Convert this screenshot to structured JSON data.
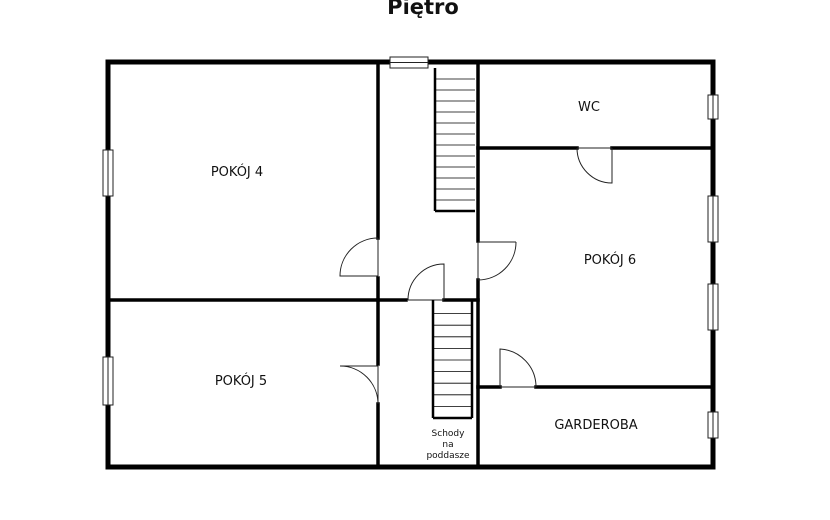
{
  "title": "Piętro",
  "rooms": {
    "pokoj4": "POKÓJ 4",
    "pokoj5": "POKÓJ 5",
    "pokoj6": "POKÓJ 6",
    "wc": "WC",
    "garderoba": "GARDEROBA"
  },
  "stairs_label": [
    "Schody",
    "na",
    "poddasze"
  ],
  "colors": {
    "wall": "#000000",
    "line": "#222222",
    "window_fill": "#ffffff",
    "background": "#ffffff"
  }
}
